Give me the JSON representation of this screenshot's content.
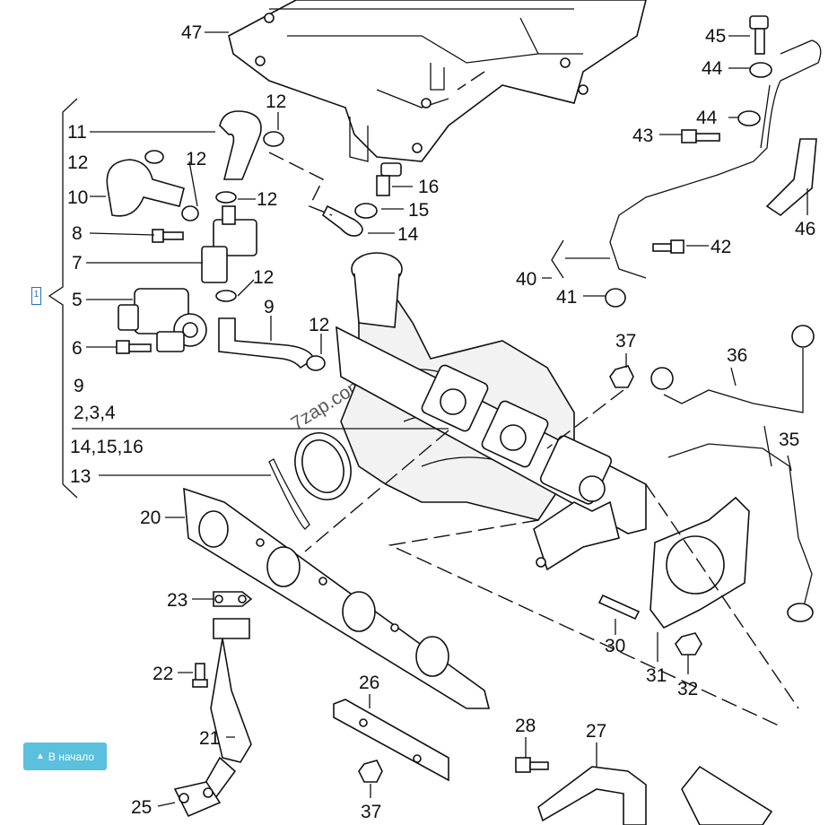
{
  "watermark": "7zap.com",
  "labels": {
    "l47": "47",
    "l45": "45",
    "l44a": "44",
    "l44b": "44",
    "l43": "43",
    "l46": "46",
    "l11": "11",
    "l12_list": "12",
    "l10": "10",
    "l8": "8",
    "l7": "7",
    "l5": "5",
    "l6": "6",
    "l9_list": "9",
    "l234": "2,3,4",
    "l141516": "14,15,16",
    "l13": "13",
    "l12a": "12",
    "l12b": "12",
    "l12c": "12",
    "l12d": "12",
    "l12e": "12",
    "l16": "16",
    "l15": "15",
    "l14": "14",
    "l9": "9",
    "l42": "42",
    "l40": "40",
    "l41": "41",
    "l37a": "37",
    "l36": "36",
    "l35": "35",
    "l20": "20",
    "l23": "23",
    "l22": "22",
    "l21": "21",
    "l25": "25",
    "l26": "26",
    "l37b": "37",
    "l28": "28",
    "l27": "27",
    "l30": "30",
    "l31": "31",
    "l32": "32",
    "l1": "1"
  },
  "nav": {
    "home_label": "В начало",
    "home_icon": "chevron-up-icon"
  },
  "colors": {
    "accent": "#5bc0de",
    "link": "#2a6ebb",
    "ink": "#111111"
  }
}
